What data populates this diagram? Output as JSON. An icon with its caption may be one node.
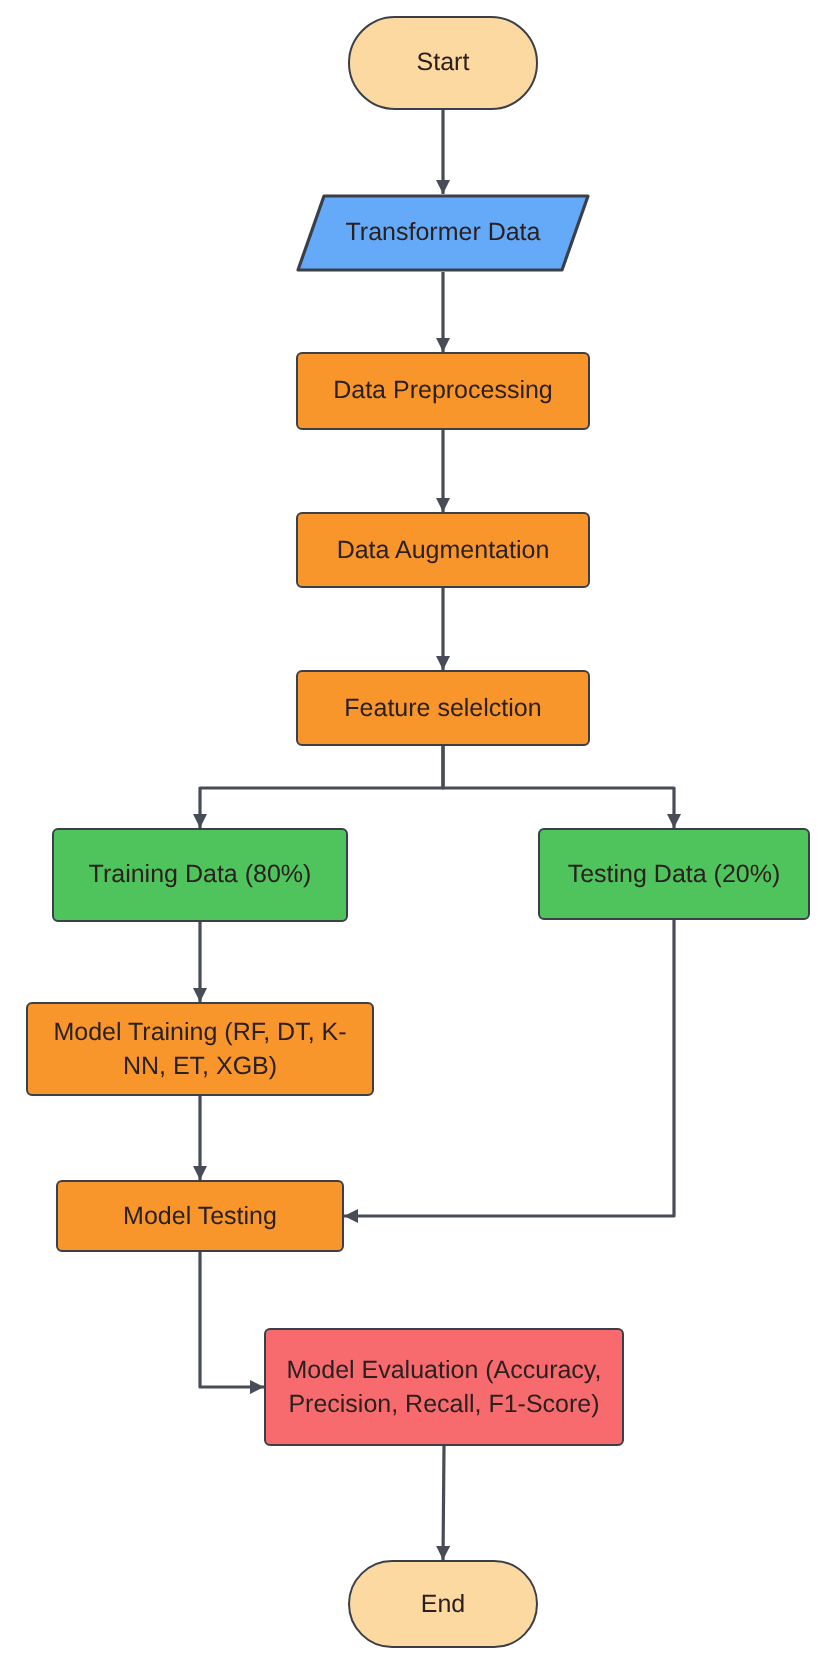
{
  "diagram": {
    "nodes": [
      {
        "text": [
          "Start"
        ]
      },
      {
        "text": [
          "Transformer Data"
        ]
      },
      {
        "text": [
          "Data Preprocessing"
        ]
      },
      {
        "text": [
          "Data Augmentation"
        ]
      },
      {
        "text": [
          "Feature selelction"
        ]
      },
      {
        "text": [
          "Training Data (80%)"
        ]
      },
      {
        "text": [
          "Testing Data (20%)"
        ]
      },
      {
        "text": [
          "Model Training (RF, DT, K-NN, ET, XGB)"
        ]
      },
      {
        "text": [
          "Model Testing"
        ]
      },
      {
        "text": [
          "Model Evaluation (Accuracy, Precision, Recall, F1-Score)"
        ]
      },
      {
        "text": [
          "End"
        ]
      }
    ],
    "edges": [
      {
        "from": 0,
        "to": 1,
        "arrow": "to"
      },
      {
        "from": 1,
        "to": 2,
        "arrow": "to"
      },
      {
        "from": 2,
        "to": 3,
        "arrow": "to"
      },
      {
        "from": 3,
        "to": 4,
        "arrow": "to"
      },
      {
        "from": 4,
        "to": 5,
        "arrow": "to"
      },
      {
        "from": 4,
        "to": 6,
        "arrow": "to"
      },
      {
        "from": 5,
        "to": 7,
        "arrow": "to"
      },
      {
        "from": 7,
        "to": 8,
        "arrow": "to"
      },
      {
        "from": 6,
        "to": 8,
        "arrow": "to"
      },
      {
        "from": 8,
        "to": 9,
        "arrow": "to"
      },
      {
        "from": 9,
        "to": 10,
        "arrow": "to"
      }
    ]
  }
}
